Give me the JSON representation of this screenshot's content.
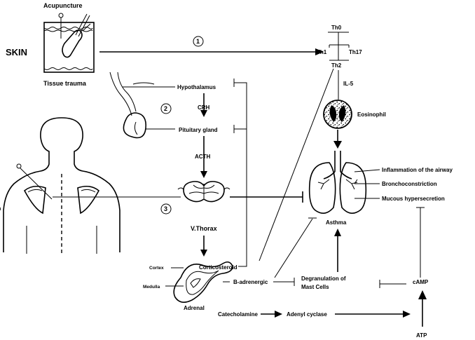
{
  "skin": {
    "label": "SKIN",
    "acupuncture": "Acupuncture",
    "tissue_trauma": "Tissue trauma"
  },
  "pathway_markers": [
    "1",
    "2",
    "3"
  ],
  "th_cells": {
    "th0": "Th0",
    "th1": "Th1",
    "th17": "Th17",
    "th2": "Th2",
    "il5": "IL-5",
    "eosinophil": "Eosinophil"
  },
  "hpa_axis": {
    "hypothalamus": "Hypothalamus",
    "crh": "CRH",
    "pituitary": "Pituitary gland",
    "acth": "ACTH",
    "vthorax": "V.Thorax"
  },
  "adrenal": {
    "cortex": "Cortex",
    "medulla": "Medulla",
    "adrenal": "Adrenal",
    "corticosteroid": "Corticosteroid",
    "b_adrenergic": "B-adrenergic",
    "catecholamine": "Catecholamine"
  },
  "lung_effects": {
    "inflammation": "Inflammation of the airway",
    "bronchoconstriction": "Bronchoconstriction",
    "mucous": "Mucous hypersecretion",
    "asthma": "Asthma"
  },
  "mast_cells": {
    "line1": "Degranulation of",
    "line2": "Mast Cells"
  },
  "camp_chain": {
    "adenyl_cyclase": "Adenyl cyclase",
    "camp": "cAMP",
    "atp": "ATP"
  },
  "colors": {
    "ink": "#000000",
    "background": "#ffffff",
    "tissue_fill": "#f4f4f4"
  }
}
